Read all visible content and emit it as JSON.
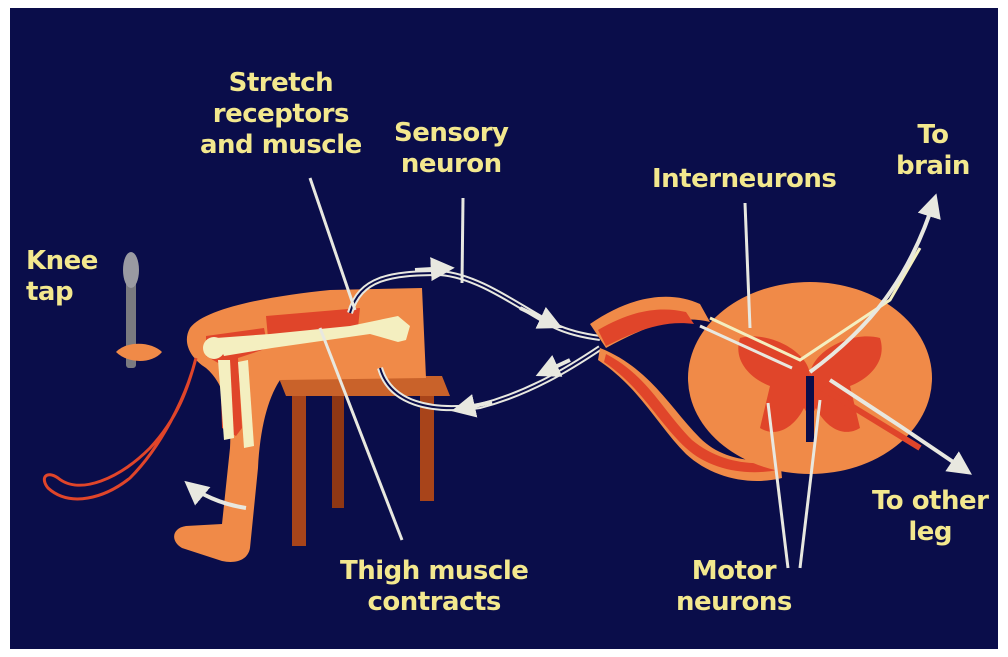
{
  "colors": {
    "background": "#0a0d4a",
    "label_text": "#f3e88e",
    "tissue_light": "#f08a48",
    "tissue_dark": "#e0452a",
    "bone": "#f4efc0",
    "stool": "#b44a1e",
    "pointer": "#e8e8e0"
  },
  "labels": {
    "stretch_receptors": [
      "Stretch",
      "receptors",
      "and muscle"
    ],
    "sensory_neuron": [
      "Sensory",
      "neuron"
    ],
    "interneurons": [
      "Interneurons"
    ],
    "to_brain": [
      "To",
      "brain"
    ],
    "knee_tap": [
      "Knee",
      "tap"
    ],
    "thigh_muscle": [
      "Thigh muscle",
      "contracts"
    ],
    "motor_neurons": [
      "Motor",
      "neurons"
    ],
    "to_other_leg": [
      "To other",
      "leg"
    ]
  }
}
